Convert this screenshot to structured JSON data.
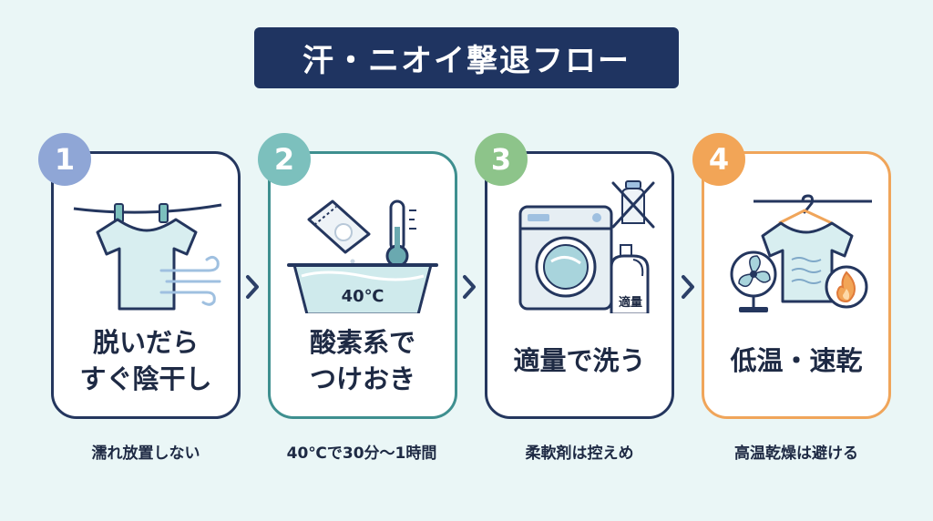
{
  "title": "汗・ニオイ撃退フロー",
  "steps": [
    {
      "number": "1",
      "label_lines": [
        "脱いだら",
        "すぐ陰干し"
      ],
      "caption": "濡れ放置しない",
      "badge_color": "#8fa6d6",
      "border_color": "#24365e",
      "icons": [
        "t-shirt-on-clothesline-icon",
        "wind-icon"
      ]
    },
    {
      "number": "2",
      "label_lines": [
        "酸素系で",
        "つけおき"
      ],
      "caption": "40℃で30分〜1時間",
      "badge_color": "#7cc0bd",
      "border_color": "#3e8f8f",
      "tub_text": "40℃",
      "icons": [
        "detergent-packet-icon",
        "thermometer-icon",
        "wash-tub-icon"
      ]
    },
    {
      "number": "3",
      "label_lines": [
        "適量で洗う"
      ],
      "caption": "柔軟剤は控えめ",
      "badge_color": "#8dc48a",
      "border_color": "#24365e",
      "bottle_text": "適量",
      "icons": [
        "washing-machine-icon",
        "detergent-bottle-icon",
        "crossed-out-bottle-icon"
      ]
    },
    {
      "number": "4",
      "label_lines": [
        "低温・速乾"
      ],
      "caption": "高温乾燥は避ける",
      "badge_color": "#f2a557",
      "border_color": "#f0a55a",
      "icons": [
        "fan-icon",
        "shirt-on-hanger-icon",
        "flame-icon"
      ]
    }
  ],
  "colors": {
    "background": "#eaf6f6",
    "title_bg": "#1f3461",
    "text": "#1e2a44"
  }
}
